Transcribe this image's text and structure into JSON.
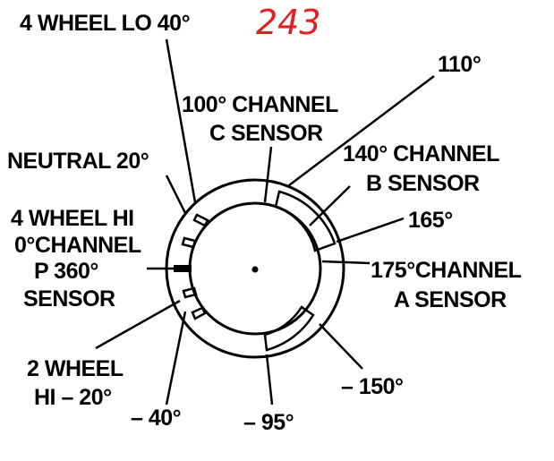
{
  "page_number": "243",
  "colors": {
    "ink": "#000000",
    "annotation": "#e02020",
    "background": "#ffffff"
  },
  "labels": {
    "four_wheel_lo": "4 WHEEL LO 40°",
    "c_sensor_line1": "100° CHANNEL",
    "c_sensor_line2": "C SENSOR",
    "deg_110": "110°",
    "neutral": "NEUTRAL 20°",
    "b_sensor_line1": "140° CHANNEL",
    "b_sensor_line2": "B SENSOR",
    "four_wheel_hi_line1": "4 WHEEL HI",
    "four_wheel_hi_line2": "0°CHANNEL",
    "four_wheel_hi_line3": "P 360°",
    "four_wheel_hi_line4": "SENSOR",
    "deg_165": "165°",
    "a_sensor_line1": "175°CHANNEL",
    "a_sensor_line2": "A SENSOR",
    "two_wheel_line1": "2 WHEEL",
    "two_wheel_line2": "HI  – 20°",
    "deg_minus_40": "– 40°",
    "deg_minus_95": "– 95°",
    "deg_minus_150": "– 150°"
  }
}
